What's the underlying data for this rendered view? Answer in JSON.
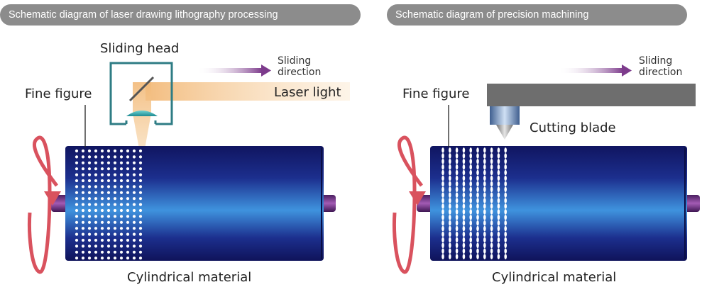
{
  "left_panel": {
    "title": "Schematic diagram of laser drawing lithography processing",
    "sliding_head_label": "Sliding head",
    "direction_label_line1": "Sliding",
    "direction_label_line2": "direction",
    "laser_label": "Laser light",
    "fine_figure_label": "Fine figure",
    "material_label": "Cylindrical material"
  },
  "right_panel": {
    "title": "Schematic diagram of precision machining",
    "direction_label_line1": "Sliding",
    "direction_label_line2": "direction",
    "cutting_blade_label": "Cutting blade",
    "fine_figure_label": "Fine figure",
    "material_label": "Cylindrical material"
  },
  "colors": {
    "title_pill": "#8c8c8c",
    "cylinder_dark": "#141a6a",
    "cylinder_light": "#3d8fdc",
    "rotation_arrow": "#d9525e",
    "axle": "#7d3b8c",
    "laser": "#f5c98a",
    "head_frame": "#2e7c84",
    "cutter_bar": "#6e6e6e"
  },
  "icons": [
    "rotation-arrow-icon",
    "direction-arrow-icon",
    "mirror-icon",
    "lens-icon",
    "cutting-blade-icon"
  ]
}
